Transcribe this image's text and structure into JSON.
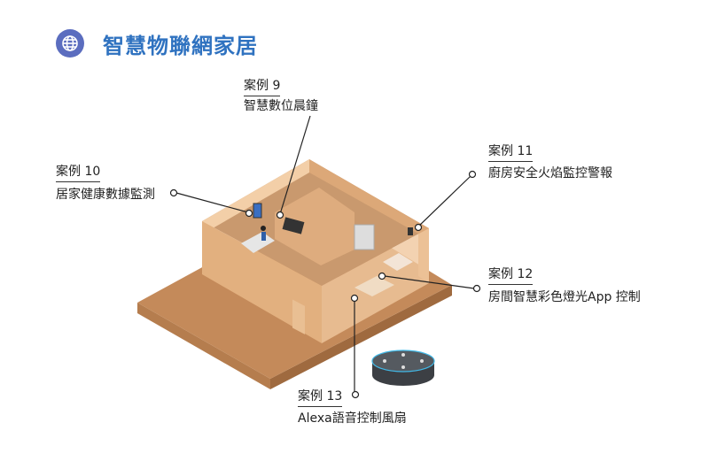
{
  "title": "智慧物聯網家居",
  "icon": "globe-icon",
  "accent": "#2f72c0",
  "callouts": [
    {
      "case": "案例 9",
      "text": "智慧數位晨鐘"
    },
    {
      "case": "案例 10",
      "text": "居家健康數據監測"
    },
    {
      "case": "案例 11",
      "text": "廚房安全火焰監控警報"
    },
    {
      "case": "案例 12",
      "text": "房間智慧彩色燈光App 控制"
    },
    {
      "case": "案例 13",
      "text": "Alexa語音控制風扇"
    }
  ]
}
